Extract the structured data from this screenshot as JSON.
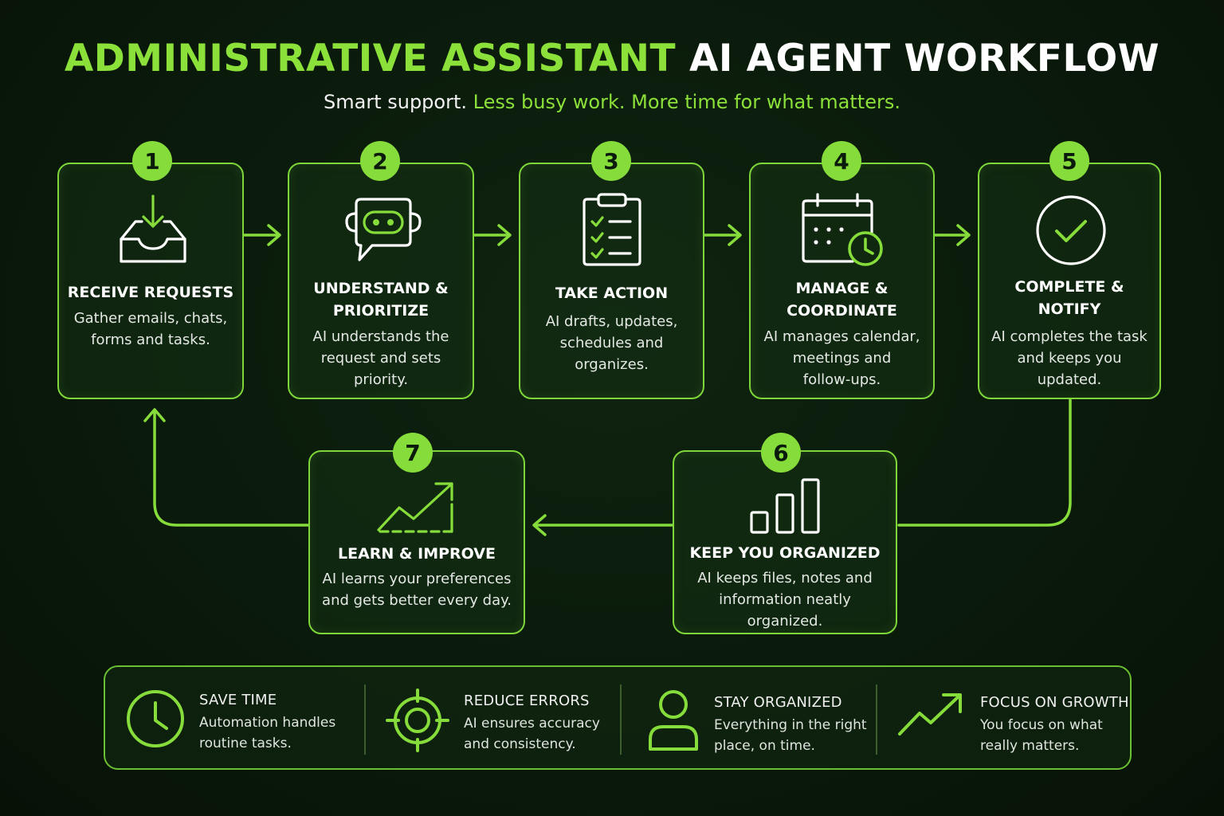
{
  "header": {
    "title_green": "ADMINISTRATIVE ASSISTANT",
    "title_white": "AI AGENT WORKFLOW",
    "subtitle_white": "Smart support.",
    "subtitle_green": "Less busy work. More time for what matters."
  },
  "colors": {
    "accent": "#86dc3a",
    "background": "#0a1a0b",
    "text": "#ffffff"
  },
  "steps": [
    {
      "number": "1",
      "icon": "inbox-download-icon",
      "title": "RECEIVE REQUESTS",
      "description": "Gather emails, chats,\nforms and tasks."
    },
    {
      "number": "2",
      "icon": "robot-chat-icon",
      "title": "UNDERSTAND &\nPRIORITIZE",
      "description": "AI understands the\nrequest and sets\npriority."
    },
    {
      "number": "3",
      "icon": "clipboard-checklist-icon",
      "title": "TAKE ACTION",
      "description": "AI drafts, updates,\nschedules and\norganizes."
    },
    {
      "number": "4",
      "icon": "calendar-clock-icon",
      "title": "MANAGE &\nCOORDINATE",
      "description": "AI manages calendar,\nmeetings and\nfollow-ups."
    },
    {
      "number": "5",
      "icon": "check-circle-icon",
      "title": "COMPLETE &\nNOTIFY",
      "description": "AI completes the task\nand keeps you\nupdated."
    },
    {
      "number": "6",
      "icon": "bar-chart-icon",
      "title": "KEEP YOU ORGANIZED",
      "description": "AI keeps files, notes and\ninformation neatly\norganized."
    },
    {
      "number": "7",
      "icon": "trend-up-icon",
      "title": "LEARN & IMPROVE",
      "description": "AI learns your preferences\nand gets better every day."
    }
  ],
  "benefits": [
    {
      "icon": "clock-icon",
      "title": "SAVE TIME",
      "description": "Automation handles\nroutine tasks."
    },
    {
      "icon": "target-icon",
      "title": "REDUCE ERRORS",
      "description": "AI ensures accuracy\nand consistency."
    },
    {
      "icon": "person-icon",
      "title": "STAY ORGANIZED",
      "description": "Everything in the right\nplace, on time."
    },
    {
      "icon": "growth-arrow-icon",
      "title": "FOCUS ON GROWTH",
      "description": "You focus on what\nreally matters."
    }
  ]
}
